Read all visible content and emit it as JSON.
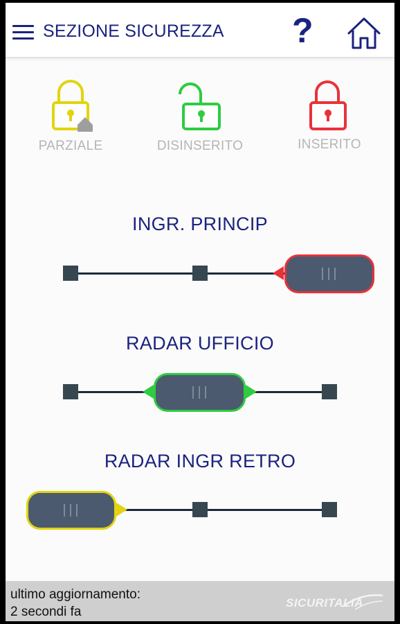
{
  "header": {
    "title": "SEZIONE SICUREZZA",
    "help_label": "?"
  },
  "modes": [
    {
      "label": "PARZIALE",
      "color": "#e2d40e",
      "state": "partial"
    },
    {
      "label": "DISINSERITO",
      "color": "#2ecc40",
      "state": "disarmed"
    },
    {
      "label": "INSERITO",
      "color": "#e8323a",
      "state": "armed"
    }
  ],
  "zones": [
    {
      "name": "INGR. PRINCIP",
      "position": "right",
      "color": "#e8323a"
    },
    {
      "name": "RADAR UFFICIO",
      "position": "center",
      "color": "#2ecc40"
    },
    {
      "name": "RADAR INGR RETRO",
      "position": "left",
      "color": "#e2d40e"
    }
  ],
  "footer": {
    "last_update_label": "ultimo aggiornamento:",
    "last_update_value": "2 secondi fa",
    "brand": "SICURITALIA"
  },
  "colors": {
    "primary": "#1a237e",
    "knob": "#4b5a6f",
    "node": "#37474f",
    "footer_bg": "#cfcfcf"
  }
}
